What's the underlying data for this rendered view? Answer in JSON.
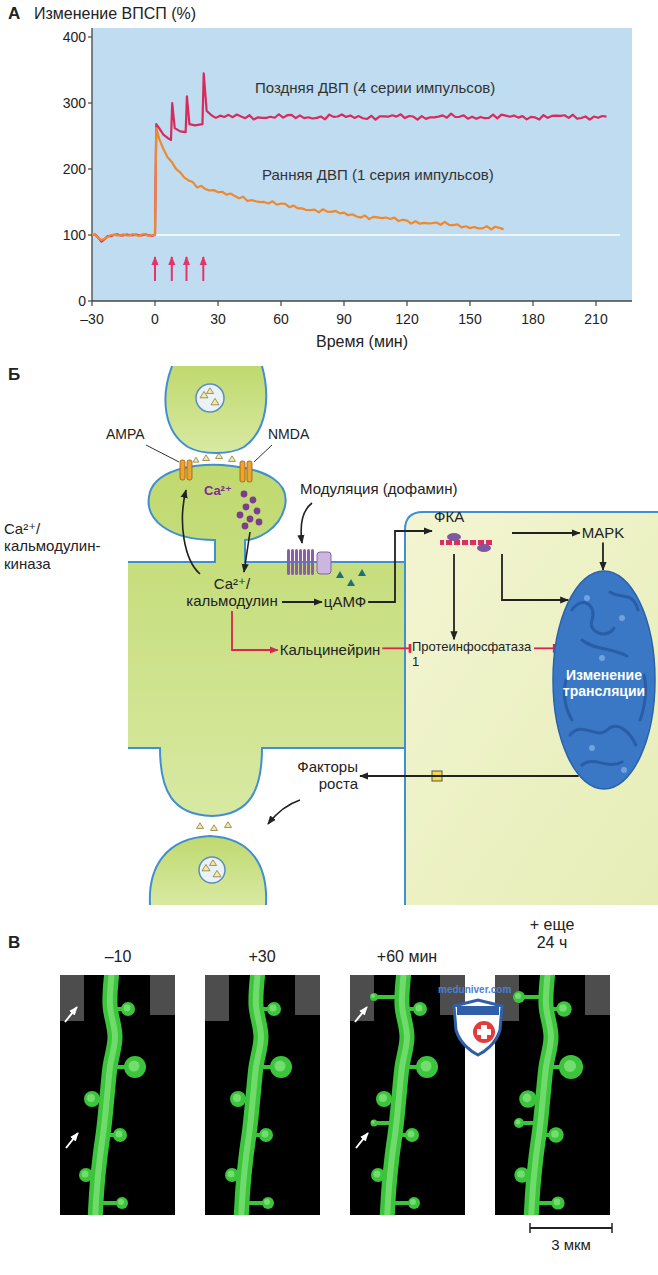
{
  "diagram": {
    "nodes": [
      {
        "text": [
          "Ca²⁺/ кальмодулин"
        ]
      },
      {
        "text": [
          "цАМФ"
        ]
      },
      {
        "text": [
          "ФКА"
        ]
      },
      {
        "text": [
          "MAPK"
        ]
      },
      {
        "text": [
          "Кальцинейрин"
        ]
      },
      {
        "text": [
          "Протеинфосфатаза 1"
        ]
      },
      {
        "text": [
          "Изменение трансляции"
        ]
      },
      {
        "text": [
          "Факторы роста"
        ]
      }
    ],
    "edges": [
      {
        "from": 0,
        "to": 1,
        "arrow": "to"
      },
      {
        "from": 1,
        "to": 2,
        "arrow": "to"
      },
      {
        "from": 2,
        "to": 3,
        "arrow": "to"
      },
      {
        "from": 3,
        "to": 6,
        "arrow": "to"
      },
      {
        "from": 2,
        "to": 6,
        "arrow": "to"
      },
      {
        "from": 2,
        "to": 5,
        "arrow": "to"
      },
      {
        "from": 0,
        "to": 4,
        "arrow": "to"
      },
      {
        "from": 4,
        "to": 5,
        "arrow": "to"
      },
      {
        "from": 5,
        "to": 6,
        "arrow": "to"
      },
      {
        "from": 6,
        "to": 7,
        "arrow": "to"
      }
    ],
    "labels": [
      "А",
      "Изменение ВПСП (%)",
      "400",
      "300",
      "200",
      "100",
      "0",
      "Поздняя ДВП (4 серии импульсов)",
      "Ранняя ДВП (1 серия импульсов)",
      "–30",
      "0",
      "30",
      "60",
      "90",
      "120",
      "150",
      "180",
      "210",
      "Время (мин)",
      "Б",
      "AMPA",
      "NMDA",
      "Ca²⁺",
      "Ca²⁺/ кальмодулин-киназа",
      "Модуляция (дофамин)",
      "В",
      "–10",
      "+30",
      "+60 мин",
      "+ еще 24 ч",
      "meduniver.com",
      "3 мкм"
    ]
  }
}
